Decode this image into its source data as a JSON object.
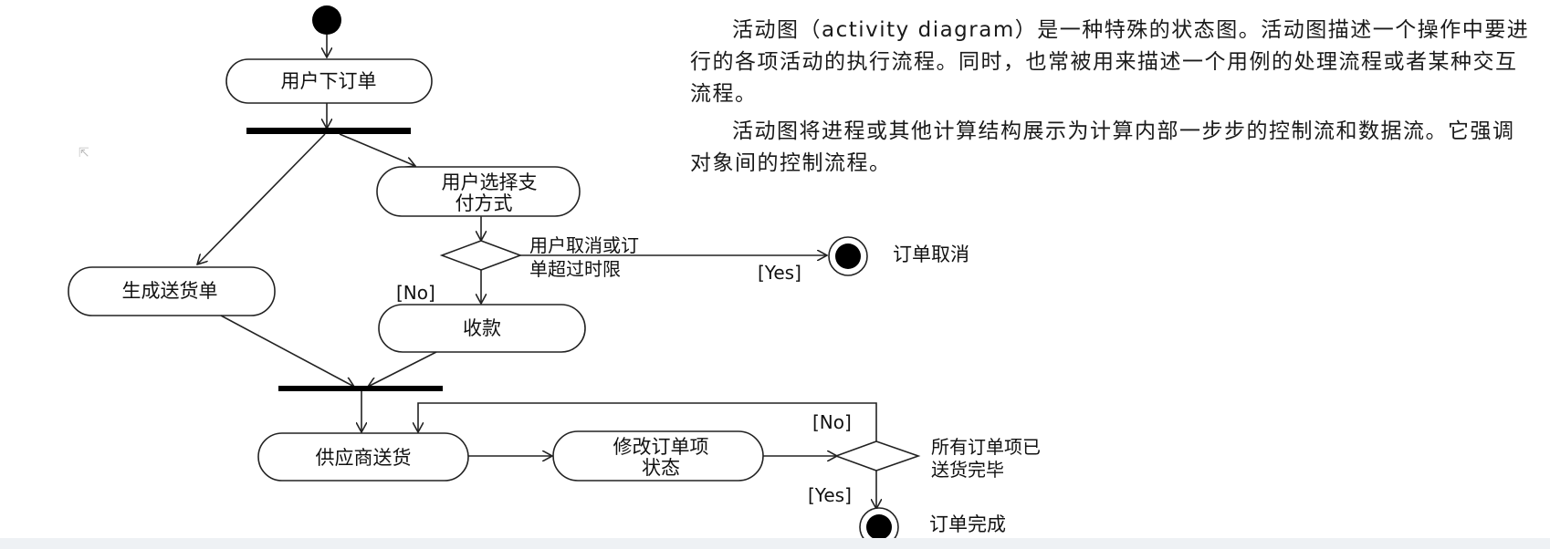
{
  "description": {
    "paragraph1": "活动图（activity diagram）是一种特殊的状态图。活动图描述一个操作中要进行的各项活动的执行流程。同时，也常被用来描述一个用例的处理流程或者某种交互流程。",
    "paragraph2": "活动图将进程或其他计算结构展示为计算内部一步步的控制流和数据流。它强调对象间的控制流程。"
  },
  "activities": {
    "place_order": "用户下订单",
    "choose_payment_line1": "用户选择支",
    "choose_payment_line2": "付方式",
    "generate_delivery": "生成送货单",
    "collect_payment": "收款",
    "supplier_delivery": "供应商送货",
    "update_status_line1": "修改订单项",
    "update_status_line2": "状态"
  },
  "decisions": {
    "cancel_condition_line1": "用户取消或订",
    "cancel_condition_line2": "单超过时限",
    "all_delivered_line1": "所有订单项已",
    "all_delivered_line2": "送货完毕"
  },
  "guards": {
    "yes1": "[Yes]",
    "no1": "[No]",
    "no2": "[No]",
    "yes2": "[Yes]"
  },
  "finals": {
    "order_cancelled": "订单取消",
    "order_completed": "订单完成"
  },
  "colors": {
    "line": "#222222",
    "node_fill": "#ffffff",
    "initial_fill": "#000000"
  }
}
